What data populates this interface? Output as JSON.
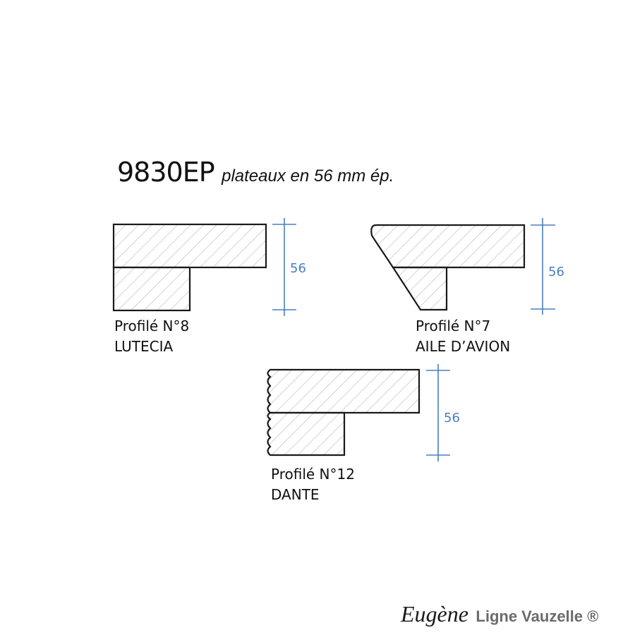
{
  "title": {
    "code": "9830EP",
    "description": "plateaux en 56 mm ép."
  },
  "profiles": [
    {
      "name": "Profilé N°8",
      "style": "LUTECIA",
      "dimension": "56"
    },
    {
      "name": "Profilé N°7",
      "style": "AILE D’AVION",
      "dimension": "56"
    },
    {
      "name": "Profilé N°12",
      "style": "DANTE",
      "dimension": "56"
    }
  ],
  "colors": {
    "outline": "#1a1a1a",
    "hatch": "#b5b5b5",
    "dimension": "#4a7fc0"
  },
  "brand": {
    "script_name": "Eugène",
    "line_name": "Ligne Vauzelle ®"
  }
}
